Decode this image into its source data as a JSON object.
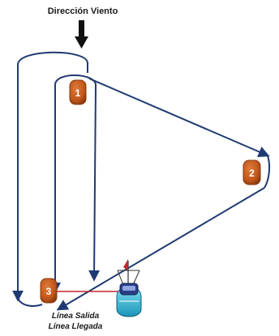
{
  "wind": {
    "label": "Dirección Viento"
  },
  "buoys": [
    {
      "number": "1"
    },
    {
      "number": "2"
    },
    {
      "number": "3"
    }
  ],
  "lines": {
    "start": "Línea Salida",
    "finish": "Línea Llegada"
  },
  "colors": {
    "course_line": "#1f3a73",
    "buoy_fill": "#c0561a",
    "buoy_dark": "#8a3a0f",
    "start_line": "#c0272d",
    "boat_hull": "#29b6d6",
    "wind_arrow": "#111111"
  }
}
